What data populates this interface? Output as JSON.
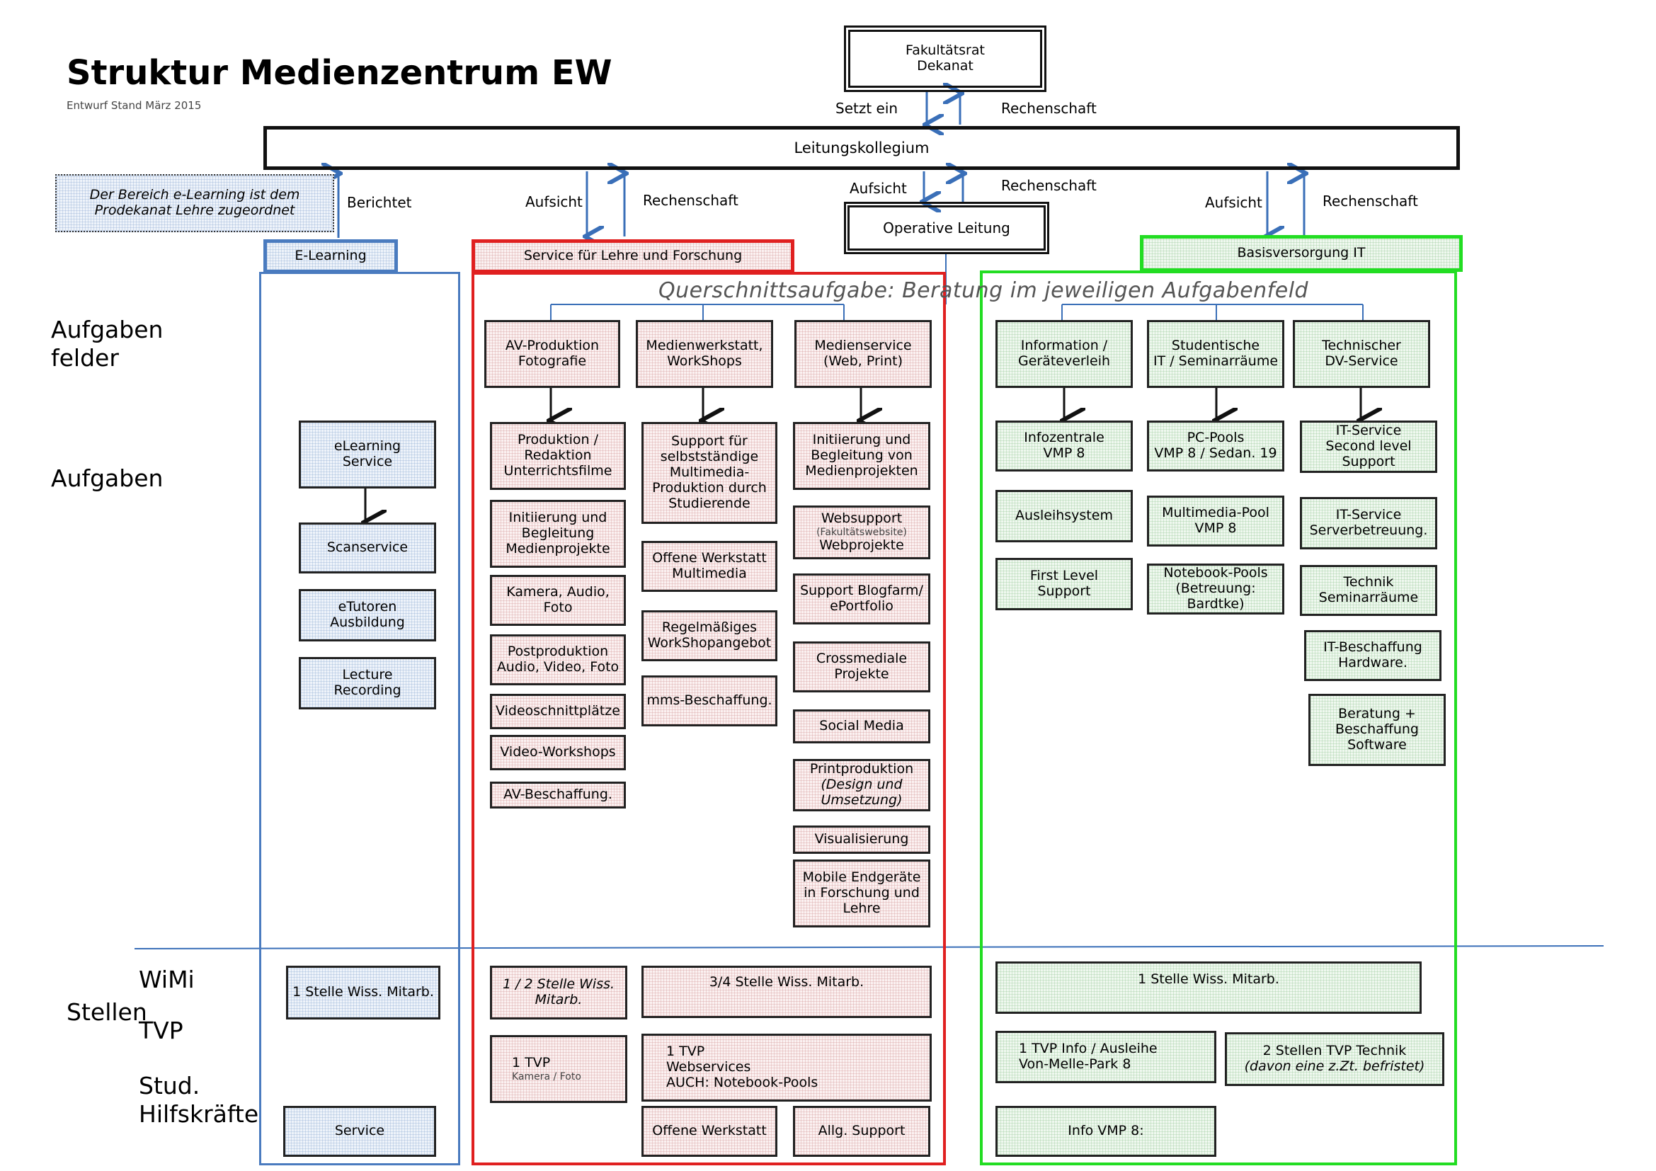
{
  "title": "Struktur Medienzentrum EW",
  "subtitle": "Entwurf Stand März 2015",
  "top": {
    "faculty": "Fakultätsrat\nDekanat",
    "board": "Leitungskollegium",
    "operative": "Operative Leitung",
    "setzt_ein": "Setzt ein",
    "rechenschaft": "Rechenschaft",
    "aufsicht": "Aufsicht",
    "berichtet": "Berichtet",
    "elearning_note": "Der Bereich e-Learning ist dem\nProdekanat Lehre zugeordnet"
  },
  "side_labels": {
    "aufgabenfelder": "Aufgaben\nfelder",
    "aufgaben": "Aufgaben",
    "wimi": "WiMi",
    "stellen": "Stellen",
    "tvp": "TVP",
    "stud": "Stud.\nHilfskräfte"
  },
  "cross_section": "Querschnittsaufgabe: Beratung im jeweiligen Aufgabenfeld",
  "elearning": {
    "header": "E-Learning",
    "tasks": [
      "eLearning\nService",
      "Scanservice",
      "eTutoren\nAusbildung",
      "Lecture\nRecording"
    ],
    "wimi": "1 Stelle Wiss. Mitarb.",
    "stud": "Service"
  },
  "service": {
    "header": "Service für Lehre und Forschung",
    "fields": [
      "AV-Produktion\nFotografie",
      "Medienwerkstatt,\nWorkShops",
      "Medienservice\n(Web, Print)"
    ],
    "col1": [
      "Produktion /\nRedaktion\nUnterrichtsfilme",
      "Initiierung und\nBegleitung\nMedienprojekte",
      "Kamera, Audio,\nFoto",
      "Postproduktion\nAudio, Video, Foto",
      "Videoschnittplätze",
      "Video-Workshops",
      "AV-Beschaffung."
    ],
    "col2": [
      "Support für\nselbstständige\nMultimedia-\nProduktion durch\nStudierende",
      "Offene Werkstatt\nMultimedia",
      "Regelmäßiges\nWorkShopangebot",
      "mms-Beschaffung."
    ],
    "col3": [
      "Initiierung und\nBegleitung von\nMedienprojekten",
      "Support Blogfarm/\nePortfolio",
      "Crossmediale\nProjekte",
      "Social Media",
      "Visualisierung",
      "Mobile Endgeräte\nin Forschung und\nLehre"
    ],
    "websupport_title": "Websupport",
    "websupport_small": "(Fakultätswebsite)",
    "websupport_bottom": "Webprojekte",
    "print_title": "Printproduktion",
    "print_italic": "(Design und\nUmsetzung)",
    "wimi_half": "1 / 2 Stelle Wiss.\nMitarb.",
    "wimi_34": "3/4 Stelle Wiss. Mitarb.",
    "tvp_1": "1 TVP",
    "tvp_1_small": "Kamera  / Foto",
    "tvp_web": "1  TVP\nWebservices\nAUCH: Notebook-Pools",
    "stud_1": "Offene Werkstatt",
    "stud_2": "Allg. Support"
  },
  "it": {
    "header": "Basisversorgung IT",
    "fields": [
      "Information /\nGeräteverleih",
      "Studentische\nIT /  Seminarräume",
      "Technischer\nDV-Service"
    ],
    "col1": [
      "Infozentrale\nVMP 8",
      "Ausleihsystem",
      "First Level\nSupport"
    ],
    "col2": [
      "PC-Pools\nVMP 8 / Sedan. 19",
      "Multimedia-Pool\nVMP 8",
      "Notebook-Pools\n(Betreuung:\nBardtke)"
    ],
    "col3": [
      "IT-Service\nSecond level\nSupport",
      "IT-Service\nServerbetreuung.",
      "Technik\nSeminarräume",
      "IT-Beschaffung\nHardware.",
      "Beratung +\nBeschaffung\nSoftware"
    ],
    "wimi": "1 Stelle Wiss. Mitarb.",
    "tvp_1": "1 TVP Info / Ausleihe\nVon-Melle-Park 8",
    "tvp_2_title": "2 Stellen TVP Technik",
    "tvp_2_italic": "(davon eine z.Zt. befristet)",
    "stud": "Info VMP 8:"
  },
  "colors": {
    "blue": "#4a7bbf",
    "red": "#e02020",
    "green": "#22dd22",
    "line_blue": "#3a6fb8"
  }
}
